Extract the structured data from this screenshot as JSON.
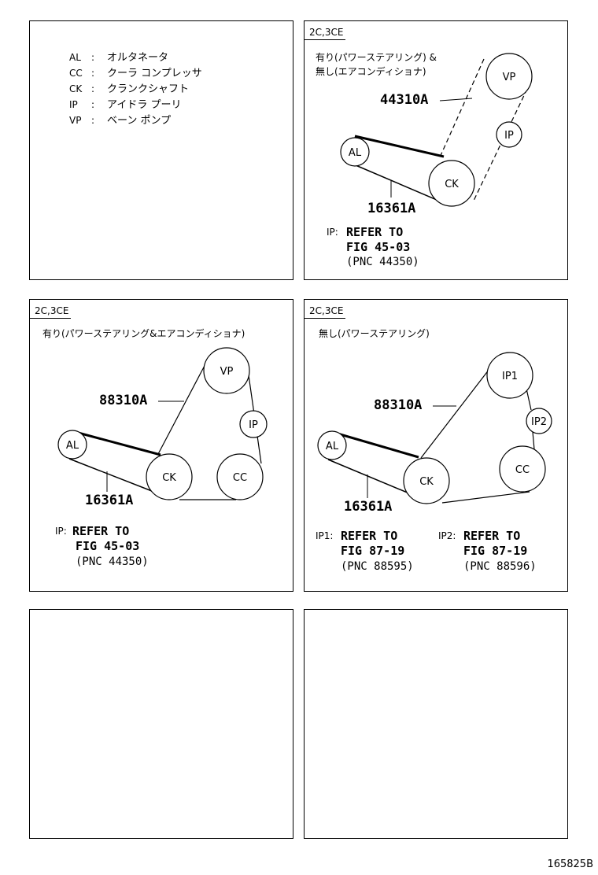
{
  "legend": {
    "items": [
      {
        "code": "AL",
        "sep": ":",
        "name": "オルタネータ"
      },
      {
        "code": "CC",
        "sep": ":",
        "name": "クーラ コンプレッサ"
      },
      {
        "code": "CK",
        "sep": ":",
        "name": "クランクシャフト"
      },
      {
        "code": "IP",
        "sep": ":",
        "name": "アイドラ プーリ"
      },
      {
        "code": "VP",
        "sep": ":",
        "name": "ベーン ポンプ"
      }
    ]
  },
  "panel_b": {
    "tag": "2C,3CE",
    "cond1": "有り(パワーステアリング) &",
    "cond2": "無し(エアコンディショナ)",
    "belt1": "44310A",
    "belt2": "16361A",
    "pulleys": {
      "vp": "VP",
      "ip": "IP",
      "al": "AL",
      "ck": "CK"
    },
    "note_prefix": "IP:",
    "note_line1": "REFER TO",
    "note_line2": "FIG 45-03",
    "note_line3": "(PNC 44350)"
  },
  "panel_c": {
    "tag": "2C,3CE",
    "cond": "有り(パワーステアリング&エアコンディショナ)",
    "belt1": "88310A",
    "belt2": "16361A",
    "pulleys": {
      "vp": "VP",
      "ip": "IP",
      "al": "AL",
      "ck": "CK",
      "cc": "CC"
    },
    "note_prefix": "IP:",
    "note_line1": "REFER TO",
    "note_line2": "FIG 45-03",
    "note_line3": "(PNC 44350)"
  },
  "panel_d": {
    "tag": "2C,3CE",
    "cond": "無し(パワーステアリング)",
    "belt1": "88310A",
    "belt2": "16361A",
    "pulleys": {
      "ip1": "IP1",
      "ip2": "IP2",
      "al": "AL",
      "ck": "CK",
      "cc": "CC"
    },
    "note1_prefix": "IP1:",
    "note1_line1": "REFER TO",
    "note1_line2": "FIG 87-19",
    "note1_line3": "(PNC 88595)",
    "note2_prefix": "IP2:",
    "note2_line1": "REFER TO",
    "note2_line2": "FIG 87-19",
    "note2_line3": "(PNC 88596)"
  },
  "footer": {
    "drawing_number": "165825B"
  }
}
